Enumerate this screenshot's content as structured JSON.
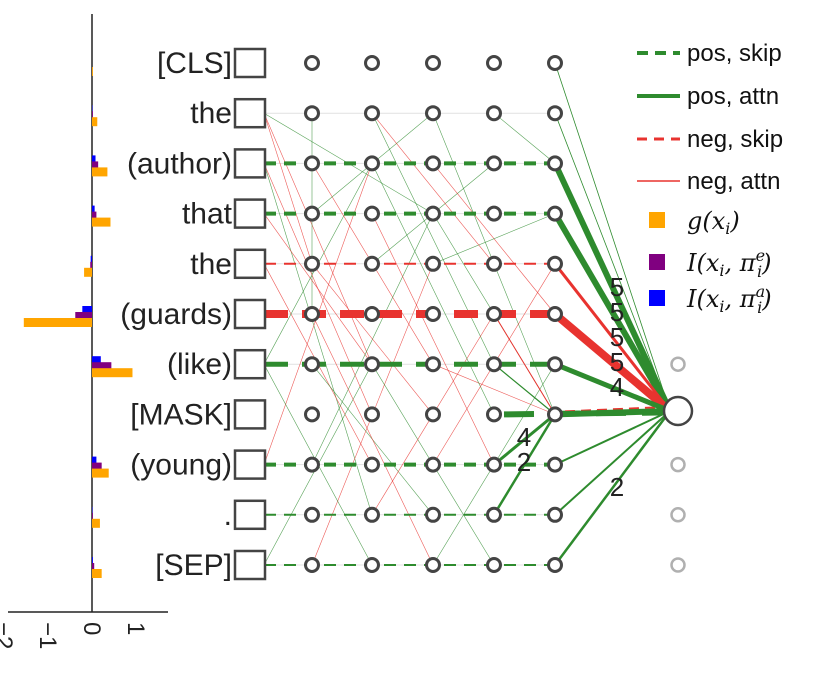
{
  "tokens": [
    "[CLS]",
    "the",
    "(author)",
    "that",
    "the",
    "(guards)",
    "(like)",
    "[MASK]",
    "(young)",
    ".",
    "[SEP]"
  ],
  "bars": {
    "g": [
      0.02,
      0.12,
      0.35,
      0.42,
      -0.18,
      -1.55,
      0.92,
      0.0,
      0.38,
      0.18,
      0.22
    ],
    "ie": [
      0.0,
      0.02,
      0.14,
      0.1,
      -0.04,
      -0.38,
      0.44,
      0.0,
      0.22,
      0.02,
      0.05
    ],
    "ia": [
      0.0,
      0.01,
      0.08,
      0.06,
      -0.03,
      -0.22,
      0.2,
      0.0,
      0.1,
      0.01,
      0.02
    ]
  },
  "xaxis": {
    "ticks": [
      "−2",
      "−1",
      "0",
      "1"
    ],
    "values": [
      -2,
      -1,
      0,
      1
    ]
  },
  "edge_labels": [
    {
      "text": "5"
    },
    {
      "text": "5"
    },
    {
      "text": "5"
    },
    {
      "text": "5"
    },
    {
      "text": "4"
    },
    {
      "text": "4"
    },
    {
      "text": "2"
    },
    {
      "text": "2"
    }
  ],
  "legend": {
    "pos_skip": "pos, skip",
    "pos_attn": "pos, attn",
    "neg_skip": "neg, skip",
    "neg_attn": "neg, attn",
    "g": "g(x",
    "g_sub": "i",
    "ie": "I(x",
    "ie_sub": "i",
    "ie_pi": "π",
    "ie_sup": "e",
    "ia": "I(x",
    "ia_sub": "i",
    "ia_pi": "π",
    "ia_sup": "a"
  },
  "colors": {
    "pos": "#2e8b2e",
    "neg": "#e8332f",
    "g": "#ffa500",
    "ie": "#800080",
    "ia": "#0000ff",
    "node": "#444444",
    "faded": "#b0b0b0"
  }
}
